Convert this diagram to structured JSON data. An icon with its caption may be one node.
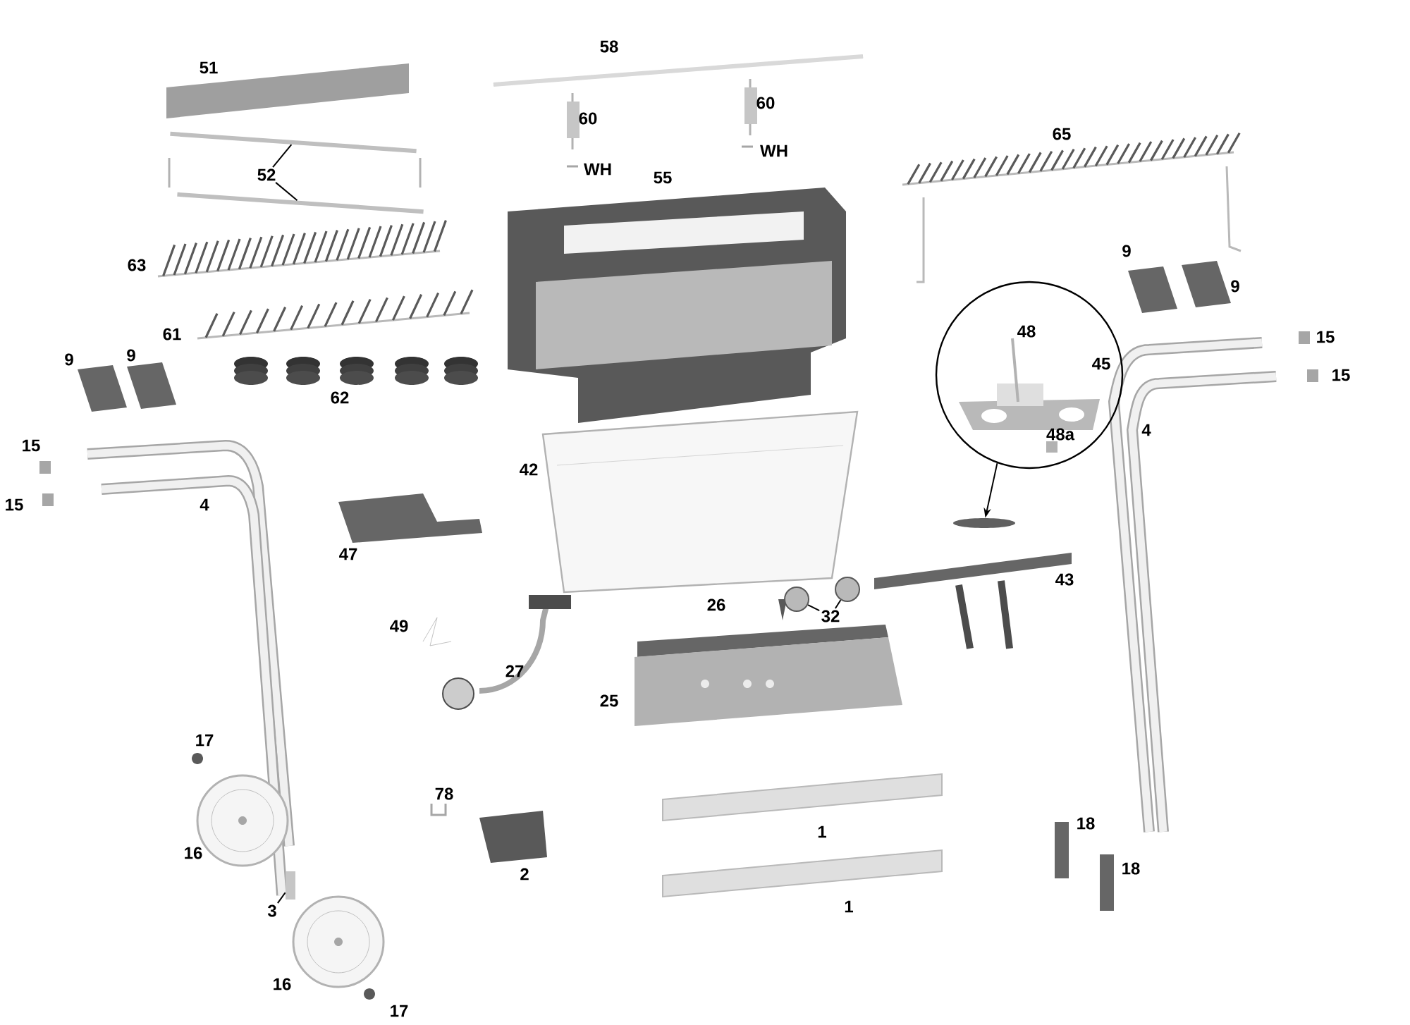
{
  "diagram": {
    "nodes": [
      {
        "text": [
          "52"
        ]
      },
      {
        "text": [],
        "shape": "bar"
      },
      {
        "text": [],
        "shape": "bar"
      },
      {
        "text": [
          "32"
        ]
      },
      {
        "text": [],
        "shape": "circle"
      },
      {
        "text": [],
        "shape": "circle"
      },
      {
        "text": [
          "3"
        ]
      },
      {
        "text": [],
        "shape": "bar"
      },
      {
        "text": [
          "48",
          "45",
          "48a"
        ]
      },
      {
        "text": [],
        "shape": "bar"
      }
    ],
    "edges": [
      {
        "from": 0,
        "to": 1,
        "arrow": "none"
      },
      {
        "from": 0,
        "to": 2,
        "arrow": "none"
      },
      {
        "from": 3,
        "to": 4,
        "arrow": "none"
      },
      {
        "from": 3,
        "to": 5,
        "arrow": "none"
      },
      {
        "from": 6,
        "to": 7,
        "arrow": "none"
      },
      {
        "from": 8,
        "to": 9,
        "arrow": "to"
      }
    ],
    "labels": [
      "51",
      "58",
      "60",
      "WH",
      "60",
      "WH",
      "55",
      "65",
      "63",
      "61",
      "9",
      "9",
      "62",
      "9",
      "9",
      "15",
      "15",
      "15",
      "15",
      "4",
      "4",
      "42",
      "47",
      "26",
      "43",
      "49",
      "27",
      "25",
      "17",
      "78",
      "1",
      "16",
      "2",
      "1",
      "18",
      "18",
      "16",
      "17"
    ]
  }
}
